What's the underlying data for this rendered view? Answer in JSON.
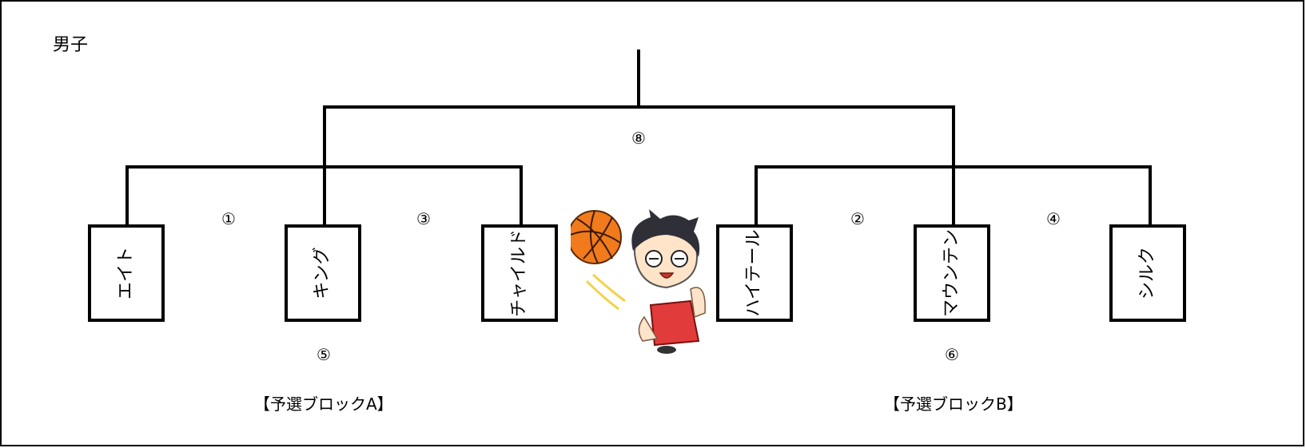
{
  "title": "男子",
  "teams": [
    "エイト",
    "キング",
    "チャイルド",
    "ハイテール",
    "マウンテン",
    "シルク"
  ],
  "match_numbers": {
    "m1": "①",
    "m2": "②",
    "m3": "③",
    "m4": "④",
    "m5": "⑤",
    "m6": "⑥",
    "m8": "⑧"
  },
  "blocks": [
    "【予選ブロックA】",
    "【予選ブロックB】"
  ],
  "illustration": "basketball-player"
}
